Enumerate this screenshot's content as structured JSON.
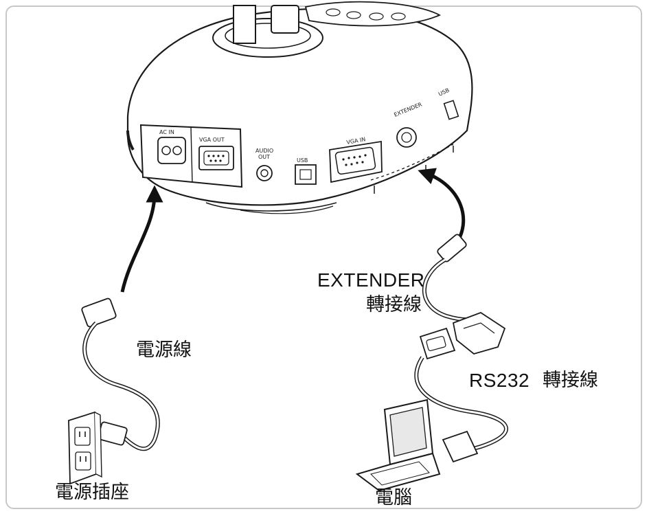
{
  "ports": {
    "ac_in": "AC IN",
    "vga_out": "VGA OUT",
    "audio_out_line1": "AUDIO",
    "audio_out_line2": "OUT",
    "usb": "USB",
    "vga_in": "VGA IN",
    "extender": "EXTENDER",
    "usb_side": "USB"
  },
  "labels": {
    "power_cord": "電源線",
    "power_outlet": "電源插座",
    "extender_title": "EXTENDER",
    "extender_cable": "轉接線",
    "rs232_title": "RS232",
    "rs232_cable": "轉接線",
    "computer": "電腦"
  },
  "colors": {
    "line": "#1a1a1a",
    "frame": "#c8c8c8",
    "arrow": "#111111"
  }
}
